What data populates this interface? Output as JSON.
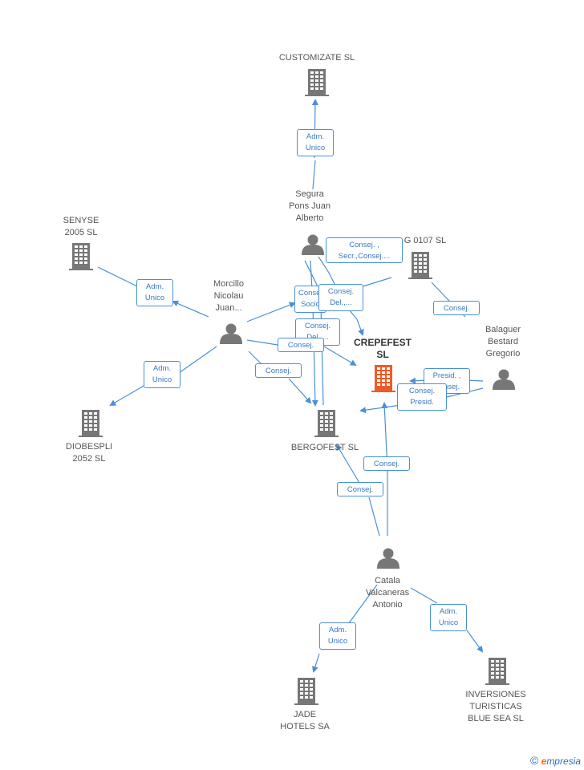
{
  "colors": {
    "edge": "#4a90d9",
    "company": "#777777",
    "company_focus": "#f05a28",
    "person": "#777777"
  },
  "nodes": [
    {
      "id": "customizate",
      "type": "company",
      "label": "CUSTOMIZATE SL"
    },
    {
      "id": "senyse",
      "type": "company",
      "label": "SENYSE\n2005 SL"
    },
    {
      "id": "g0107",
      "type": "company",
      "label": "G 0107 SL"
    },
    {
      "id": "crepefest",
      "type": "company",
      "focus": true,
      "label": "CREPEFEST\nSL"
    },
    {
      "id": "bergofest",
      "type": "company",
      "label": "BERGOFEST  SL"
    },
    {
      "id": "diobespli",
      "type": "company",
      "label": "DIOBESPLI\n2052 SL"
    },
    {
      "id": "jade",
      "type": "company",
      "label": "JADE\nHOTELS SA"
    },
    {
      "id": "inversiones",
      "type": "company",
      "label": "INVERSIONES\nTURISTICAS\nBLUE SEA  SL"
    },
    {
      "id": "segura",
      "type": "person",
      "label": "Segura\nPons Juan\nAlberto"
    },
    {
      "id": "morcillo",
      "type": "person",
      "label": "Morcillo\nNicolau\nJuan..."
    },
    {
      "id": "balaguer",
      "type": "person",
      "label": "Balaguer\nBestard\nGregorio"
    },
    {
      "id": "catala",
      "type": "person",
      "label": "Catala\nValcaneras\nAntonio"
    }
  ],
  "roles": [
    {
      "id": "r1",
      "label": "Adm.\nUnico"
    },
    {
      "id": "r2",
      "label": "Consej. ,\nSecr.,Consej...."
    },
    {
      "id": "r3",
      "label": "Adm.\nUnico"
    },
    {
      "id": "r4",
      "label": "Consej.\nSocio"
    },
    {
      "id": "r5",
      "label": "Consej.\nDel.,..."
    },
    {
      "id": "r6",
      "label": "Consej.\nDel.,..."
    },
    {
      "id": "r7",
      "label": "Consej."
    },
    {
      "id": "r8",
      "label": "Adm.\nUnico"
    },
    {
      "id": "r9",
      "label": "Consej."
    },
    {
      "id": "r10",
      "label": "Consej."
    },
    {
      "id": "r11",
      "label": "Presid. ,\nConsej."
    },
    {
      "id": "r12",
      "label": "Consej.\nPresid."
    },
    {
      "id": "r13",
      "label": "Consej."
    },
    {
      "id": "r14",
      "label": "Consej."
    },
    {
      "id": "r15",
      "label": "Adm.\nUnico"
    },
    {
      "id": "r16",
      "label": "Adm.\nUnico"
    }
  ],
  "footer": {
    "copyright": "©",
    "brand_e": "e",
    "brand_rest": "mpresia"
  }
}
